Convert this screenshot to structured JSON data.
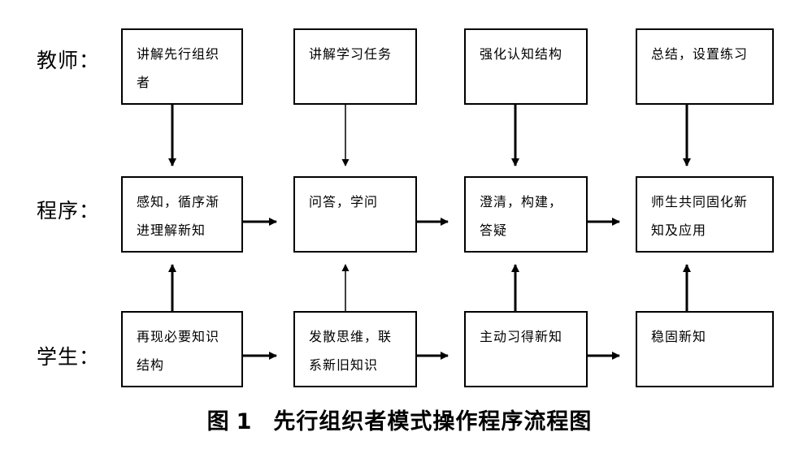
{
  "rows": {
    "teacher": {
      "label": "教师：",
      "boxes": [
        {
          "lines": [
            "讲解先行组织",
            "者"
          ]
        },
        {
          "lines": [
            "讲解学习任务"
          ]
        },
        {
          "lines": [
            "强化认知结构"
          ]
        },
        {
          "lines": [
            "总结，设置练习"
          ]
        }
      ]
    },
    "procedure": {
      "label": "程序：",
      "boxes": [
        {
          "lines": [
            "感知，循序渐",
            "进理解新知"
          ]
        },
        {
          "lines": [
            "问答，学问"
          ]
        },
        {
          "lines": [
            "澄清，构建，",
            "答疑"
          ]
        },
        {
          "lines": [
            "师生共同固化新",
            "知及应用"
          ]
        }
      ]
    },
    "student": {
      "label": "学生：",
      "boxes": [
        {
          "lines": [
            "再现必要知识",
            "结构"
          ]
        },
        {
          "lines": [
            "发散思维，联",
            "系新旧知识"
          ]
        },
        {
          "lines": [
            "主动习得新知"
          ]
        },
        {
          "lines": [
            "稳固新知"
          ]
        }
      ]
    }
  },
  "caption": {
    "prefix": "图",
    "number": "1",
    "title": "先行组织者模式操作程序流程图"
  }
}
